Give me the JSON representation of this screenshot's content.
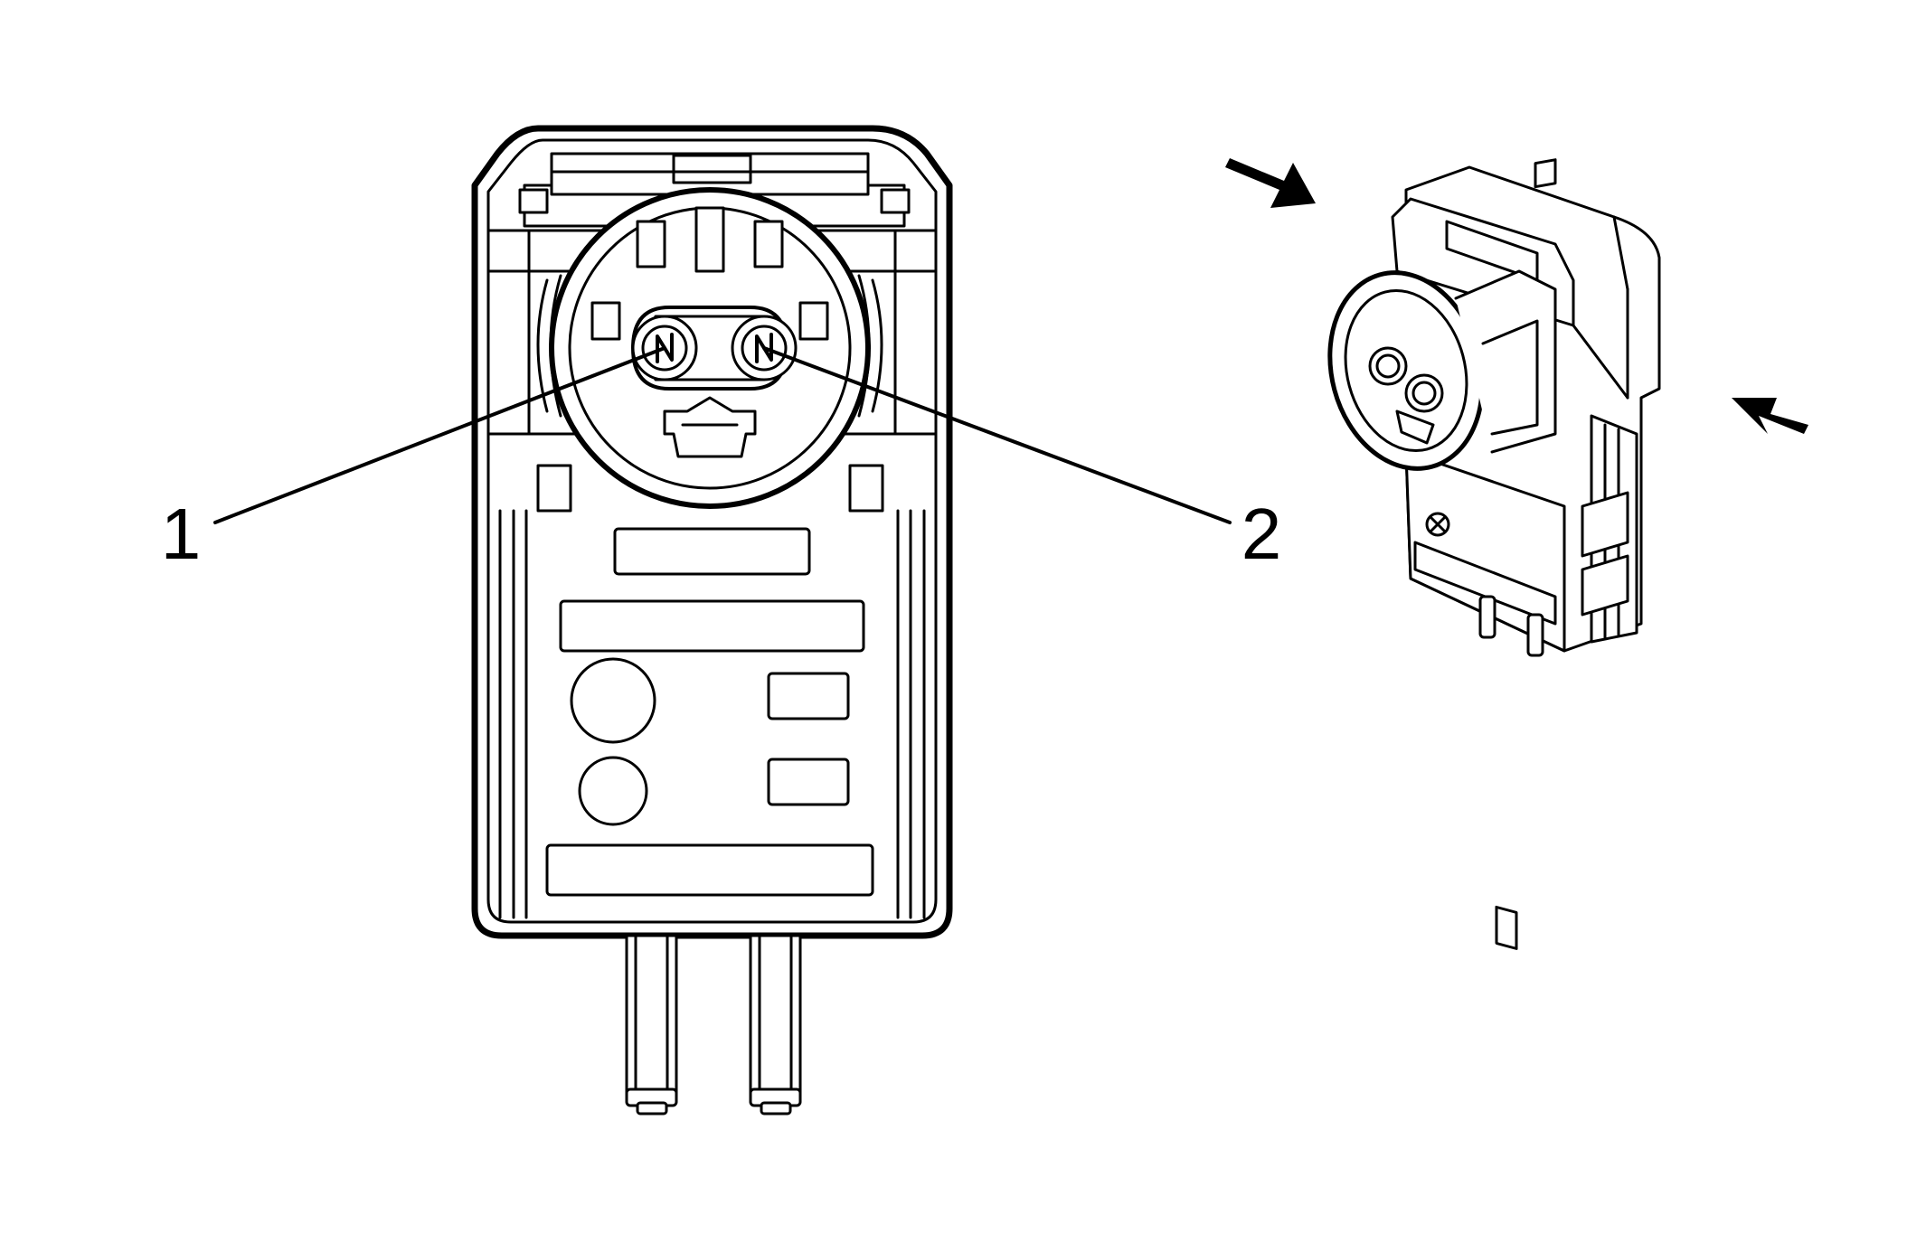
{
  "diagram": {
    "callouts": [
      {
        "id": "1",
        "label": "1"
      },
      {
        "id": "2",
        "label": "2"
      }
    ],
    "colors": {
      "line": "#000000",
      "fill": "#ffffff"
    },
    "icons": [
      "arrow-icon",
      "arrow-icon"
    ]
  }
}
